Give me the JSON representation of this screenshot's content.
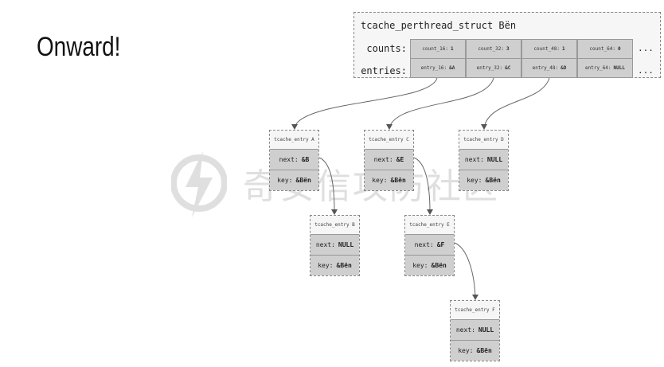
{
  "slide_title": "Onward!",
  "struct": {
    "title": "tcache_perthread_struct Bën",
    "counts_label": "counts:",
    "entries_label": "entries:",
    "ellipsis": "...",
    "counts": [
      {
        "name": "count_16:",
        "value": "1"
      },
      {
        "name": "count_32:",
        "value": "3"
      },
      {
        "name": "count_48:",
        "value": "1"
      },
      {
        "name": "count_64:",
        "value": "0"
      }
    ],
    "entries": [
      {
        "name": "entry_16:",
        "value": "&A"
      },
      {
        "name": "entry_32:",
        "value": "&C"
      },
      {
        "name": "entry_48:",
        "value": "&D"
      },
      {
        "name": "entry_64:",
        "value": "NULL"
      }
    ]
  },
  "nodes": {
    "A": {
      "title": "tcache_entry A",
      "next_label": "next:",
      "next": "&B",
      "key_label": "key:",
      "key": "&Bën"
    },
    "C": {
      "title": "tcache_entry C",
      "next_label": "next:",
      "next": "&E",
      "key_label": "key:",
      "key": "&Bën"
    },
    "D": {
      "title": "tcache_entry D",
      "next_label": "next:",
      "next": "NULL",
      "key_label": "key:",
      "key": "&Bën"
    },
    "B": {
      "title": "tcache_entry B",
      "next_label": "next:",
      "next": "NULL",
      "key_label": "key:",
      "key": "&Bën"
    },
    "E": {
      "title": "tcache_entry E",
      "next_label": "next:",
      "next": "&F",
      "key_label": "key:",
      "key": "&Bën"
    },
    "F": {
      "title": "tcache_entry F",
      "next_label": "next:",
      "next": "NULL",
      "key_label": "key:",
      "key": "&Bën"
    }
  },
  "watermark": "奇安信攻防社区"
}
